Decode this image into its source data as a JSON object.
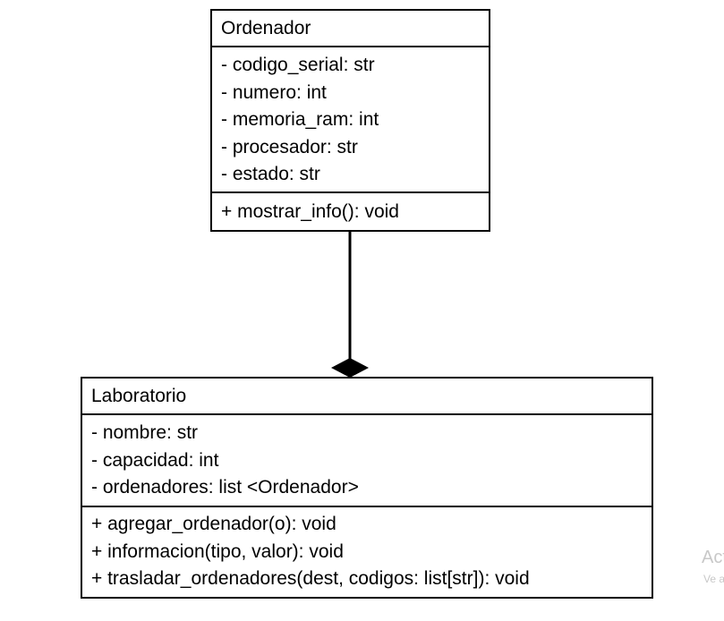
{
  "diagram": {
    "classes": [
      {
        "id": "ordenador",
        "name": "Ordenador",
        "attributes": [
          "- codigo_serial: str",
          "- numero: int",
          "- memoria_ram: int",
          "- procesador: str",
          "- estado: str"
        ],
        "methods": [
          "+ mostrar_info(): void"
        ]
      },
      {
        "id": "laboratorio",
        "name": "Laboratorio",
        "attributes": [
          "- nombre: str",
          "- capacidad: int",
          "- ordenadores: list <Ordenador>"
        ],
        "methods": [
          "+ agregar_ordenador(o): void",
          "+ informacion(tipo, valor): void",
          "+ trasladar_ordenadores(dest, codigos: list[str]): void"
        ]
      }
    ],
    "relationship": {
      "type": "composition",
      "whole": "Laboratorio",
      "part": "Ordenador",
      "color": "#000000"
    }
  },
  "watermark": {
    "line1": "Act",
    "line2": "Ve a"
  }
}
